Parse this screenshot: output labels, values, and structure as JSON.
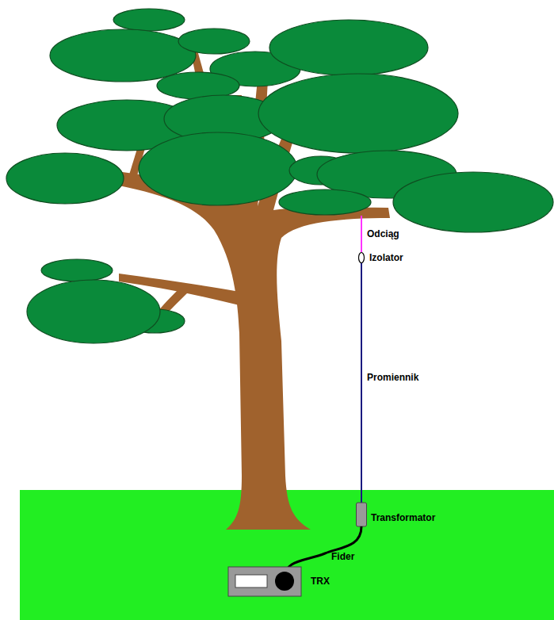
{
  "diagram": {
    "labels": [
      "Odciąg",
      "Izolator",
      "Promiennik",
      "Transformator",
      "Fider",
      "TRX"
    ]
  }
}
